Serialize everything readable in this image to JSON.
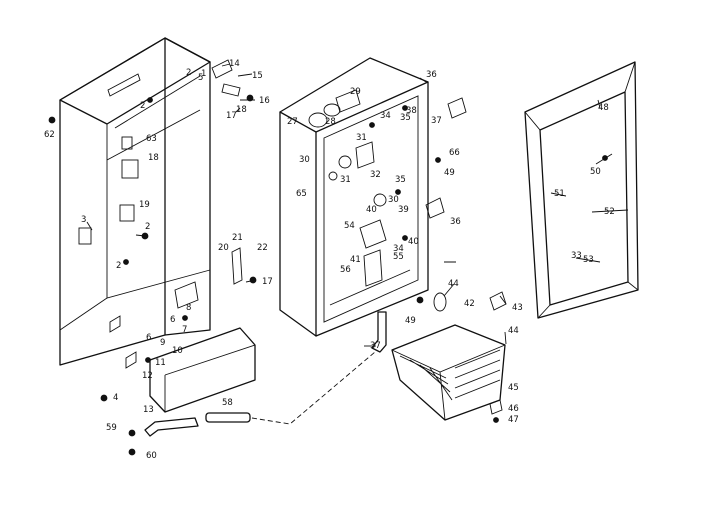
{
  "callouts": {
    "c1": "1",
    "c2a": "2",
    "c2b": "2",
    "c2c": "2",
    "c2d": "2",
    "c3": "3",
    "c4": "4",
    "c5": "5",
    "c6a": "6",
    "c6b": "6",
    "c7": "7",
    "c8": "8",
    "c9": "9",
    "c10": "10",
    "c11": "11",
    "c12": "12",
    "c13": "13",
    "c14": "14",
    "c15": "15",
    "c16": "16",
    "c17a": "17",
    "c17b": "17",
    "c18a": "18",
    "c18b": "18",
    "c19": "19",
    "c20": "20",
    "c21": "21",
    "c22": "22",
    "c27": "27",
    "c28": "28",
    "c29": "29",
    "c30a": "30",
    "c30b": "30",
    "c31a": "31",
    "c31b": "31",
    "c32": "32",
    "c33": "33",
    "c34a": "34",
    "c34b": "34",
    "c35a": "35",
    "c35b": "35",
    "c36a": "36",
    "c36b": "36",
    "c37a": "37",
    "c37b": "37",
    "c38": "38",
    "c39": "39",
    "c40a": "40",
    "c40b": "40",
    "c41": "41",
    "c42": "42",
    "c43": "43",
    "c44a": "44",
    "c44b": "44",
    "c45": "45",
    "c46": "46",
    "c47": "47",
    "c48": "48",
    "c49a": "49",
    "c49b": "49",
    "c50": "50",
    "c51": "51",
    "c52": "52",
    "c53": "53",
    "c54": "54",
    "c55": "55",
    "c56": "56",
    "c58": "58",
    "c59": "59",
    "c60": "60",
    "c62": "62",
    "c63": "63",
    "c65": "65",
    "c66": "66"
  }
}
